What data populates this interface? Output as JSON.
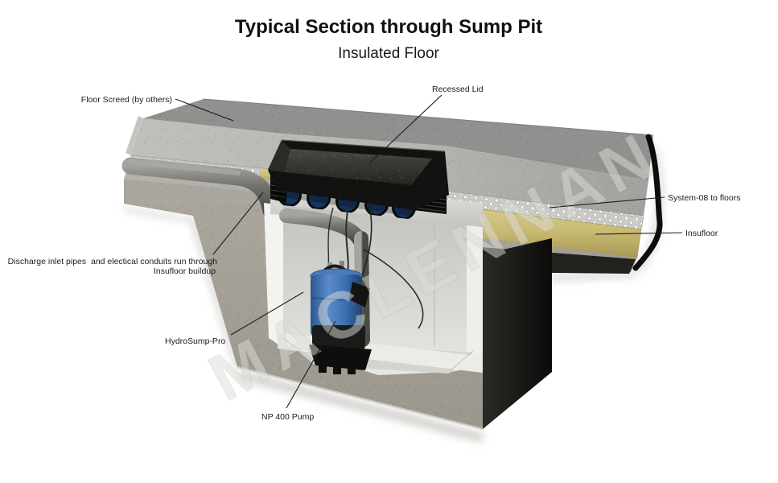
{
  "header": {
    "title": "Typical Section through Sump Pit",
    "subtitle": "Insulated Floor"
  },
  "watermark": "MACLENNAN",
  "labels": {
    "floor_screed": "Floor Screed (by others)",
    "recessed_lid": "Recessed Lid",
    "system08": "System-08 to floors",
    "insufloor": "Insufloor",
    "discharge_line1": "Discharge inlet pipes  and electical conduits run through",
    "discharge_line2": "Insufloor buildup",
    "hydrosump": "HydroSump-Pro",
    "np400": "NP 400 Pump"
  },
  "colors": {
    "screed_top": "#90908e",
    "screed_face": "#b7b6b2",
    "membrane_base": "#cbcbc7",
    "membrane_dimple": "#f2f2ef",
    "insufloor_tan": "#c9ba74",
    "concrete": "#aba79e",
    "lid_black": "#121210",
    "pump_blue": "#3f72b4",
    "inlet_hole_blue": "#16355f",
    "pipe_gray": "#77766f",
    "watermark_gray": "#dcdcd7",
    "label_text": "#1c1c1c"
  }
}
